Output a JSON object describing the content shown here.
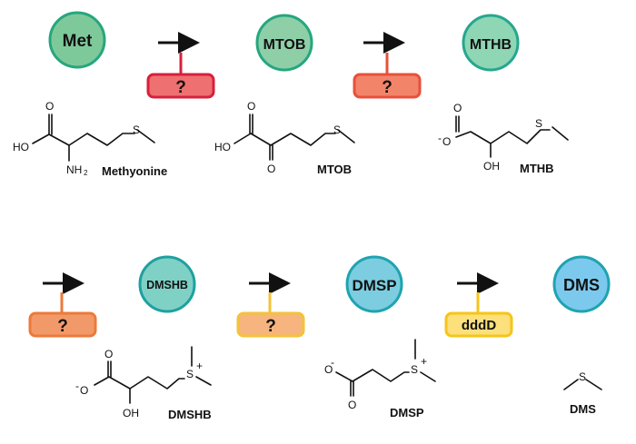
{
  "metabolites": [
    {
      "id": "met",
      "label": "Met",
      "fill": "#7ec99a",
      "stroke": "#26a67e",
      "structure_name": "Methyonine",
      "atoms": {
        "oh": "HO",
        "o": "O",
        "s": "S",
        "nh": "NH",
        "nh_sub": "2"
      }
    },
    {
      "id": "mtob",
      "label": "MTOB",
      "fill": "#8ecfa8",
      "stroke": "#26a67e",
      "structure_name": "MTOB",
      "atoms": {
        "oh": "HO",
        "o1": "O",
        "o2": "O",
        "s": "S"
      }
    },
    {
      "id": "mthb",
      "label": "MTHB",
      "fill": "#8ed6b4",
      "stroke": "#26a690",
      "structure_name": "MTHB",
      "atoms": {
        "o": "O",
        "om": "O",
        "minus": "-",
        "oh": "OH",
        "s": "S"
      }
    },
    {
      "id": "dmshb",
      "label": "DMSHB",
      "fill": "#7fd1c6",
      "stroke": "#1fa0a0",
      "structure_name": "DMSHB",
      "atoms": {
        "o": "O",
        "om": "O",
        "minus": "-",
        "oh": "OH",
        "s": "S",
        "plus": "+"
      }
    },
    {
      "id": "dmsp",
      "label": "DMSP",
      "fill": "#7ccde0",
      "stroke": "#1fa3b0",
      "structure_name": "DMSP",
      "atoms": {
        "o": "O",
        "om": "O",
        "minus": "-",
        "s": "S",
        "plus": "+"
      }
    },
    {
      "id": "dms",
      "label": "DMS",
      "fill": "#7cc9ee",
      "stroke": "#1fa3b0",
      "structure_name": "DMS",
      "atoms": {
        "s": "S"
      }
    }
  ],
  "enzymes": [
    {
      "id": "e1",
      "label": "?",
      "fill": "#ee7070",
      "stroke": "#d81f3c",
      "stem": "#d81f3c"
    },
    {
      "id": "e2",
      "label": "?",
      "fill": "#f2846a",
      "stroke": "#e8503a",
      "stem": "#e8503a"
    },
    {
      "id": "e3",
      "label": "?",
      "fill": "#f2996a",
      "stroke": "#ec7a3a",
      "stem": "#ec7a3a"
    },
    {
      "id": "e4",
      "label": "?",
      "fill": "#f7b47f",
      "stroke": "#f2c33a",
      "stem": "#f2c33a"
    },
    {
      "id": "e5",
      "label": "dddD",
      "fill": "#fbe07c",
      "stroke": "#f6c51a",
      "stem": "#f6c51a"
    }
  ]
}
